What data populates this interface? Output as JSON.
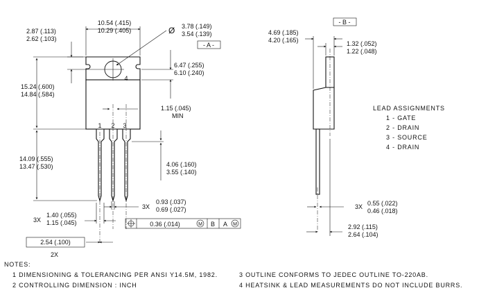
{
  "front": {
    "width_max": "10.54 (.415)",
    "width_min": "10.29 (.405)",
    "hole_max": "3.78 (.149)",
    "hole_min": "3.54 (.139)",
    "hole_symbol": "Ø",
    "datum_a": "- A -",
    "tab_top_max": "2.87 (.113)",
    "tab_top_min": "2.62 (.103)",
    "hole_pos_max": "6.47 (.255)",
    "hole_pos_min": "6.10 (.240)",
    "note_ref": "4",
    "height_max": "15.24 (.600)",
    "height_min": "14.84 (.584)",
    "lead_w_min_val": "1.15 (.045)",
    "lead_w_min_lbl": "MIN",
    "pin1": "1",
    "pin2": "2",
    "pin3": "3",
    "lead_len_max": "14.09 (.555)",
    "lead_len_min": "13.47 (.530)",
    "shoulder_max": "4.06 (.160)",
    "shoulder_min": "3.55 (.140)",
    "lead_t_count": "3X",
    "lead_t_max": "0.93 (.037)",
    "lead_t_min": "0.69 (.027)",
    "lead_w_count": "3X",
    "lead_w_max": "1.40 (.055)",
    "lead_w_min": "1.15 (.045)",
    "fcf_sym": "⊕",
    "fcf_tol": "0.36 (.014)",
    "fcf_m1": "M",
    "fcf_b": "B",
    "fcf_a": "A",
    "fcf_m2": "M",
    "pitch": "2.54 (.100)",
    "pitch_count": "2X"
  },
  "side": {
    "datum_b": "- B -",
    "depth_max": "4.69 (.185)",
    "depth_min": "4.20 (.165)",
    "tab_t_max": "1.32 (.052)",
    "tab_t_min": "1.22 (.048)",
    "lead_t_count": "3X",
    "lead_t_max": "0.55 (.022)",
    "lead_t_min": "0.46 (.018)",
    "offset_max": "2.92 (.115)",
    "offset_min": "2.64 (.104)"
  },
  "lead_assignments": {
    "title": "LEAD ASSIGNMENTS",
    "items": [
      "1 - GATE",
      "2 - DRAIN",
      "3 - SOURCE",
      "4 - DRAIN"
    ]
  },
  "notes": {
    "title": "NOTES:",
    "items": [
      "1  DIMENSIONING & TOLERANCING PER ANSI Y14.5M, 1982.",
      "2  CONTROLLING DIMENSION : INCH",
      "3  OUTLINE CONFORMS TO JEDEC OUTLINE TO-220AB.",
      "4  HEATSINK & LEAD MEASUREMENTS DO NOT INCLUDE BURRS."
    ]
  }
}
